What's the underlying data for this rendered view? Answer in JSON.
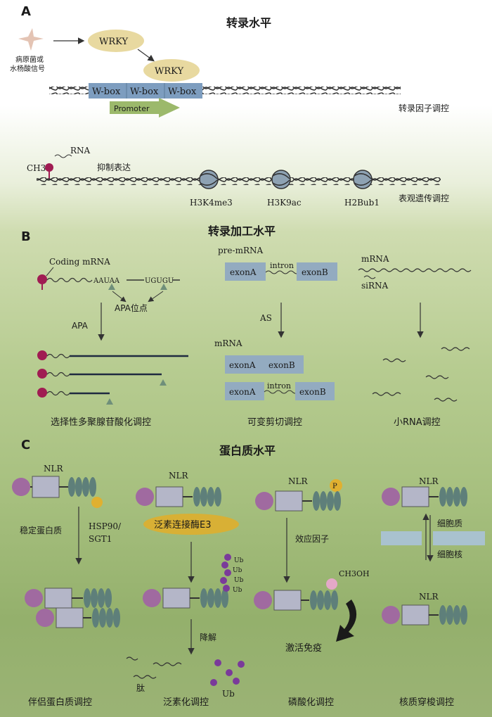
{
  "sections": {
    "A": {
      "letter": "A",
      "title": "转录水平",
      "signal_label_1": "病原菌或",
      "signal_label_2": "水杨酸信号",
      "wrky_top": "WRKY",
      "wrky_bottom": "WRKY",
      "wbox": [
        "W-box",
        "W-box",
        "W-box"
      ],
      "promoter": "Promoter",
      "tf_label": "转录因子调控",
      "rna_label": "RNA",
      "ch3_label": "CH3",
      "repress_label": "抑制表达",
      "histone_marks": [
        "H3K4me3",
        "H3K9ac",
        "H2Bub1"
      ],
      "epi_label": "表观遗传调控"
    },
    "B": {
      "letter": "B",
      "title": "转录加工水平",
      "coding_mrna": "Coding mRNA",
      "aauaa": "AAUAA",
      "ugugu": "UGUGU",
      "apa_site": "APA位点",
      "apa": "APA",
      "apa_caption": "选择性多聚腺苷酸化调控",
      "pre_mrna": "pre-mRNA",
      "exonA": "exonA",
      "exonB": "exonB",
      "intron": "intron",
      "as": "AS",
      "mrna_mid": "mRNA",
      "as_caption": "可变剪切调控",
      "mrna_right": "mRNA",
      "sirna": "siRNA",
      "srna_caption": "小RNA调控"
    },
    "C": {
      "letter": "C",
      "title": "蛋白质水平",
      "nlr": "NLR",
      "stabilize": "稳定蛋白质",
      "hsp90": "HSP90/",
      "sgt1": "SGT1",
      "chaperone_caption": "伴侣蛋白质调控",
      "e3": "泛素连接酶E3",
      "ub": "Ub",
      "degrade": "降解",
      "peptide": "肽",
      "ubiq_caption": "泛素化调控",
      "p": "P",
      "effector": "效应因子",
      "ch3oh": "CH3OH",
      "activate": "激活免疫",
      "phos_caption": "磷酸化调控",
      "cytoplasm": "细胞质",
      "nucleus": "细胞核",
      "shuttle_caption": "核质穿梭调控"
    }
  },
  "colors": {
    "wrky": "#e8d9a0",
    "wbox": "#7d9dbf",
    "promoter": "#9cb96b",
    "exon": "#93abc0",
    "nlr_circle": "#a06aa0",
    "nlr_box": "#b4b6c8",
    "lrr": "#5e7f7a",
    "e3": "#d8b035",
    "ub": "#7a3a9a",
    "p_dot": "#e0b030",
    "ch3oh_dot": "#e4a8c8",
    "rna_cap": "#a01c52"
  }
}
